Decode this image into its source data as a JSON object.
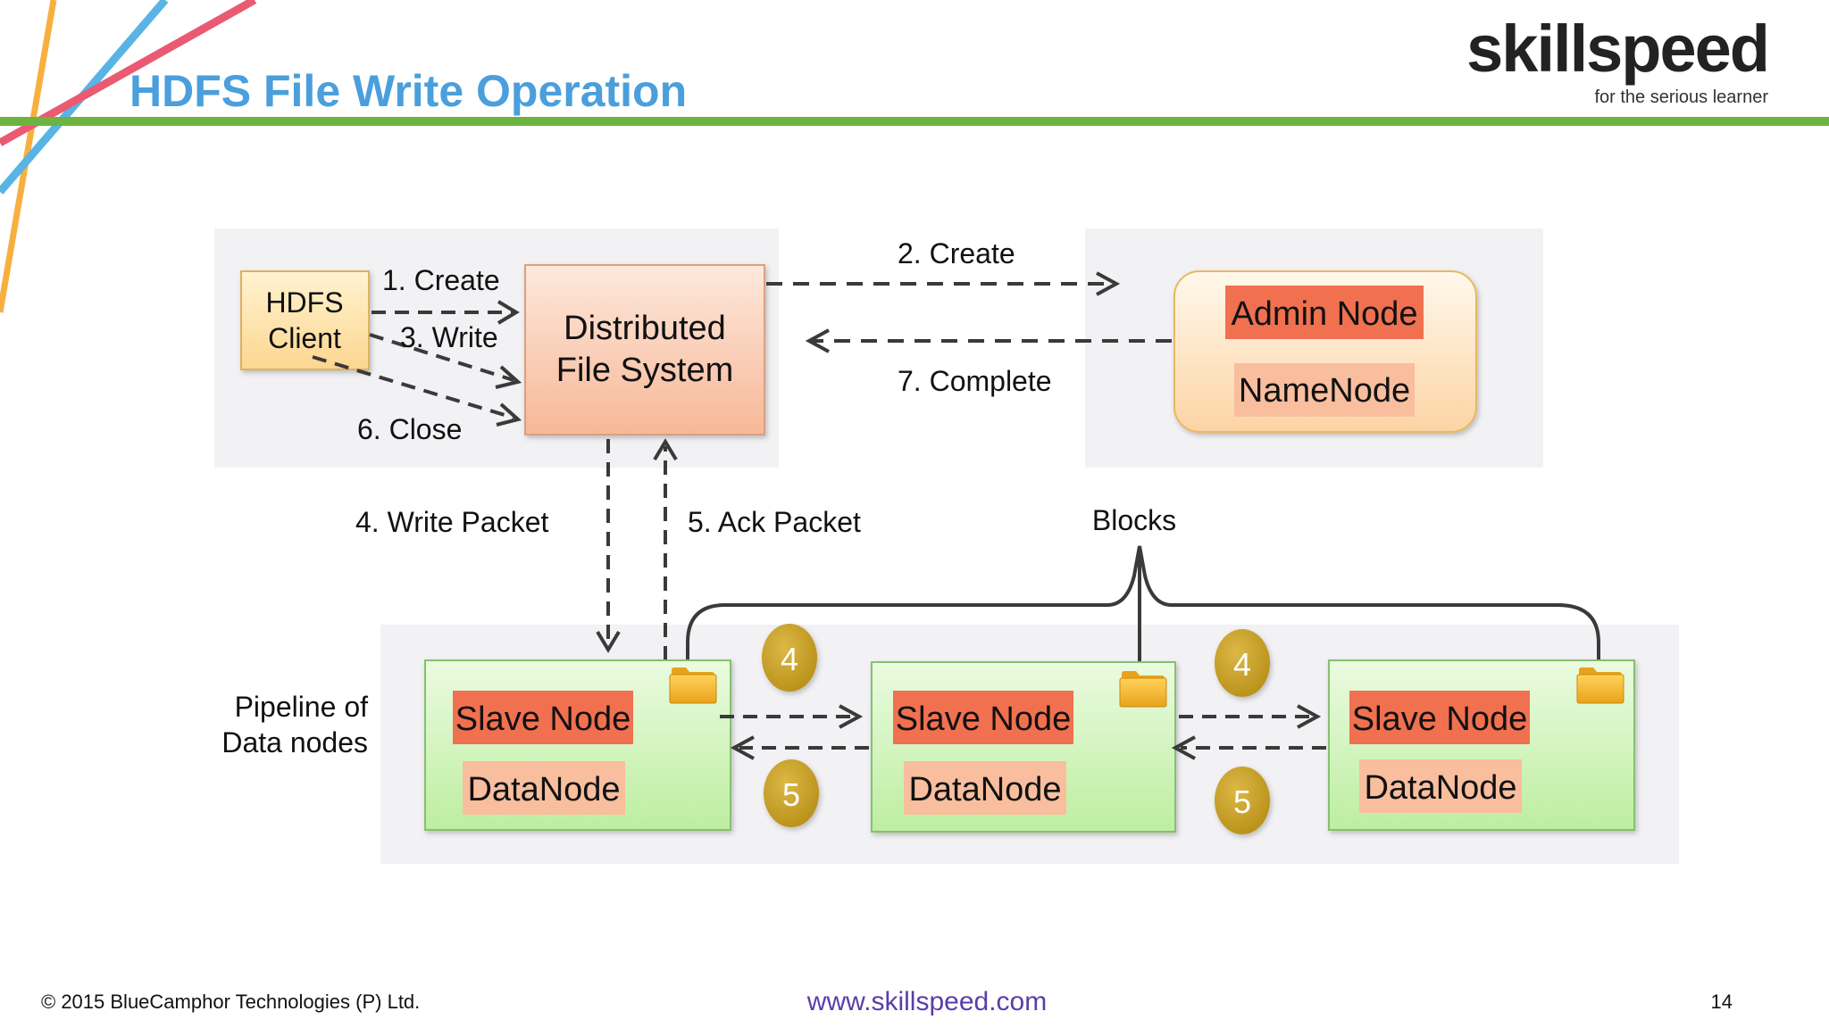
{
  "slide": {
    "title": "HDFS File Write Operation",
    "page_number": "14"
  },
  "logo": {
    "brand": "skillspeed",
    "tagline": "for the serious learner"
  },
  "footer": {
    "copyright": "© 2015 BlueCamphor Technologies (P) Ltd.",
    "website": "www.skillspeed.com"
  },
  "client": {
    "line1": "HDFS",
    "line2": "Client"
  },
  "dfs": {
    "line1": "Distributed",
    "line2": "File System"
  },
  "namenode": {
    "admin": "Admin Node",
    "name": "NameNode"
  },
  "steps": {
    "create1": "1. Create",
    "create2": "2. Create",
    "write": "3. Write",
    "write_packet": "4. Write Packet",
    "ack_packet": "5. Ack Packet",
    "close": "6. Close",
    "complete": "7. Complete"
  },
  "blocks_label": "Blocks",
  "pipeline": {
    "line1": "Pipeline of",
    "line2": "Data nodes"
  },
  "datanodes": [
    {
      "slave": "Slave Node",
      "data": "DataNode"
    },
    {
      "slave": "Slave Node",
      "data": "DataNode"
    },
    {
      "slave": "Slave Node",
      "data": "DataNode"
    }
  ],
  "badges": {
    "top1": "4",
    "bottom1": "5",
    "top2": "4",
    "bottom2": "5"
  },
  "colors": {
    "title": "#4a9fdc",
    "green_rule": "#6cb33f",
    "slave_red": "#f07050",
    "datanode_salmon": "#f8be9e",
    "datanode_green": "#c2f0a2",
    "badge_gold": "#c9a227",
    "panel_gray": "#f2f1f4",
    "link_purple": "#5b3da8"
  }
}
